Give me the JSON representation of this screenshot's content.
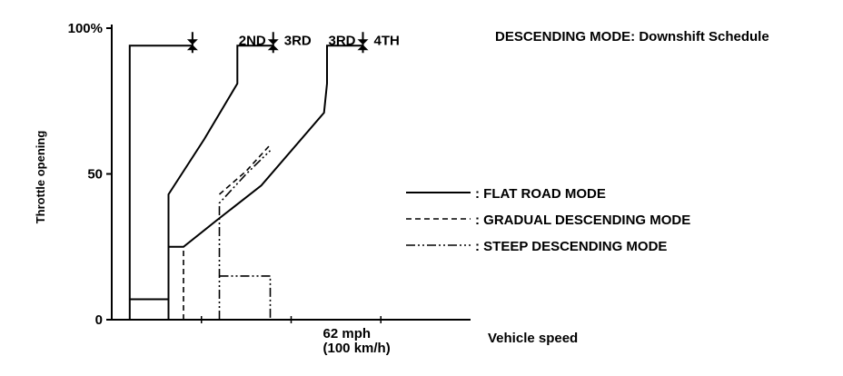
{
  "chart_data": {
    "type": "line",
    "title": "DESCENDING MODE: Downshift Schedule",
    "xlabel": "Vehicle speed",
    "ylabel": "Throttle opening",
    "xlim": [
      0,
      120
    ],
    "ylim": [
      0,
      100
    ],
    "y_ticks": [
      {
        "value": 100,
        "label": "100%"
      },
      {
        "value": 50,
        "label": "50"
      },
      {
        "value": 0,
        "label": "0"
      }
    ],
    "x_ticks": [
      {
        "value": 30,
        "label": ""
      },
      {
        "value": 60,
        "label": "62 mph\n(100 km/h)"
      },
      {
        "value": 90,
        "label": ""
      }
    ],
    "x_tick_label_lines": [
      "62 mph",
      "(100 km/h)"
    ],
    "shift_labels": [
      {
        "x": 27,
        "from": "",
        "to": ""
      },
      {
        "x": 54,
        "from": "2ND",
        "to": "3RD"
      },
      {
        "x": 84,
        "from": "3RD",
        "to": "4TH"
      }
    ],
    "series": [
      {
        "name": "FLAT ROAD MODE",
        "style": "solid",
        "segments": [
          [
            [
              6,
              0
            ],
            [
              6,
              94
            ],
            [
              27,
              94
            ]
          ],
          [
            [
              19,
              0
            ],
            [
              19,
              43
            ],
            [
              31,
              62
            ],
            [
              42,
              81
            ],
            [
              42,
              94
            ],
            [
              54,
              94
            ]
          ],
          [
            [
              19,
              0
            ],
            [
              19,
              25
            ],
            [
              24,
              25
            ],
            [
              35,
              34
            ],
            [
              50,
              46
            ],
            [
              71,
              71
            ],
            [
              72,
              81
            ],
            [
              72,
              94
            ],
            [
              84,
              94
            ]
          ],
          [
            [
              6,
              7
            ],
            [
              19,
              7
            ]
          ]
        ]
      },
      {
        "name": "GRADUAL DESCENDING MODE",
        "style": "dashed",
        "segments": [
          [
            [
              24,
              0
            ],
            [
              24,
              25
            ]
          ],
          [
            [
              36,
              43
            ],
            [
              45,
              51
            ],
            [
              53,
              60
            ]
          ]
        ]
      },
      {
        "name": "STEEP DESCENDING MODE",
        "style": "dashdotdot",
        "segments": [
          [
            [
              36,
              0
            ],
            [
              36,
              40
            ],
            [
              45,
              50
            ],
            [
              53,
              58
            ]
          ],
          [
            [
              36,
              15
            ],
            [
              53,
              15
            ],
            [
              53,
              0
            ]
          ]
        ]
      }
    ],
    "legend": "right-center",
    "legend_entries": [
      {
        "label": ": FLAT ROAD MODE",
        "style": "solid"
      },
      {
        "label": ": GRADUAL DESCENDING MODE",
        "style": "dashed"
      },
      {
        "label": ": STEEP DESCENDING MODE",
        "style": "dashdotdot"
      }
    ],
    "grid": false,
    "colors": {
      "ink": "#000000",
      "background": "#ffffff"
    }
  }
}
